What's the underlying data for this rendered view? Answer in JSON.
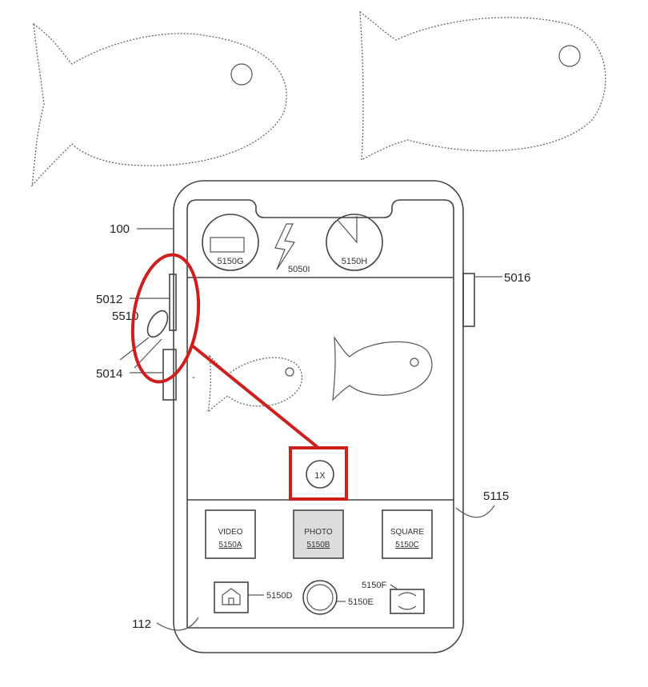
{
  "labels": {
    "device": "100",
    "bottom_bar": "112",
    "button_upper": "5012",
    "button_lower": "5014",
    "side_button": "5016",
    "touch_input": "5510",
    "camera_ui": "5115"
  },
  "top_controls": {
    "battery": "5150G",
    "flash": "5050I",
    "timer": "5150H"
  },
  "zoom": {
    "label": "1X"
  },
  "modes": [
    {
      "name": "VIDEO",
      "ref": "5150A"
    },
    {
      "name": "PHOTO",
      "ref": "5150B"
    },
    {
      "name": "SQUARE",
      "ref": "5150C"
    }
  ],
  "bottom_controls": {
    "home": "5150D",
    "shutter": "5150E",
    "switch_camera": "5150F"
  },
  "colors": {
    "highlight": "#d01e1e",
    "line": "#444444"
  }
}
